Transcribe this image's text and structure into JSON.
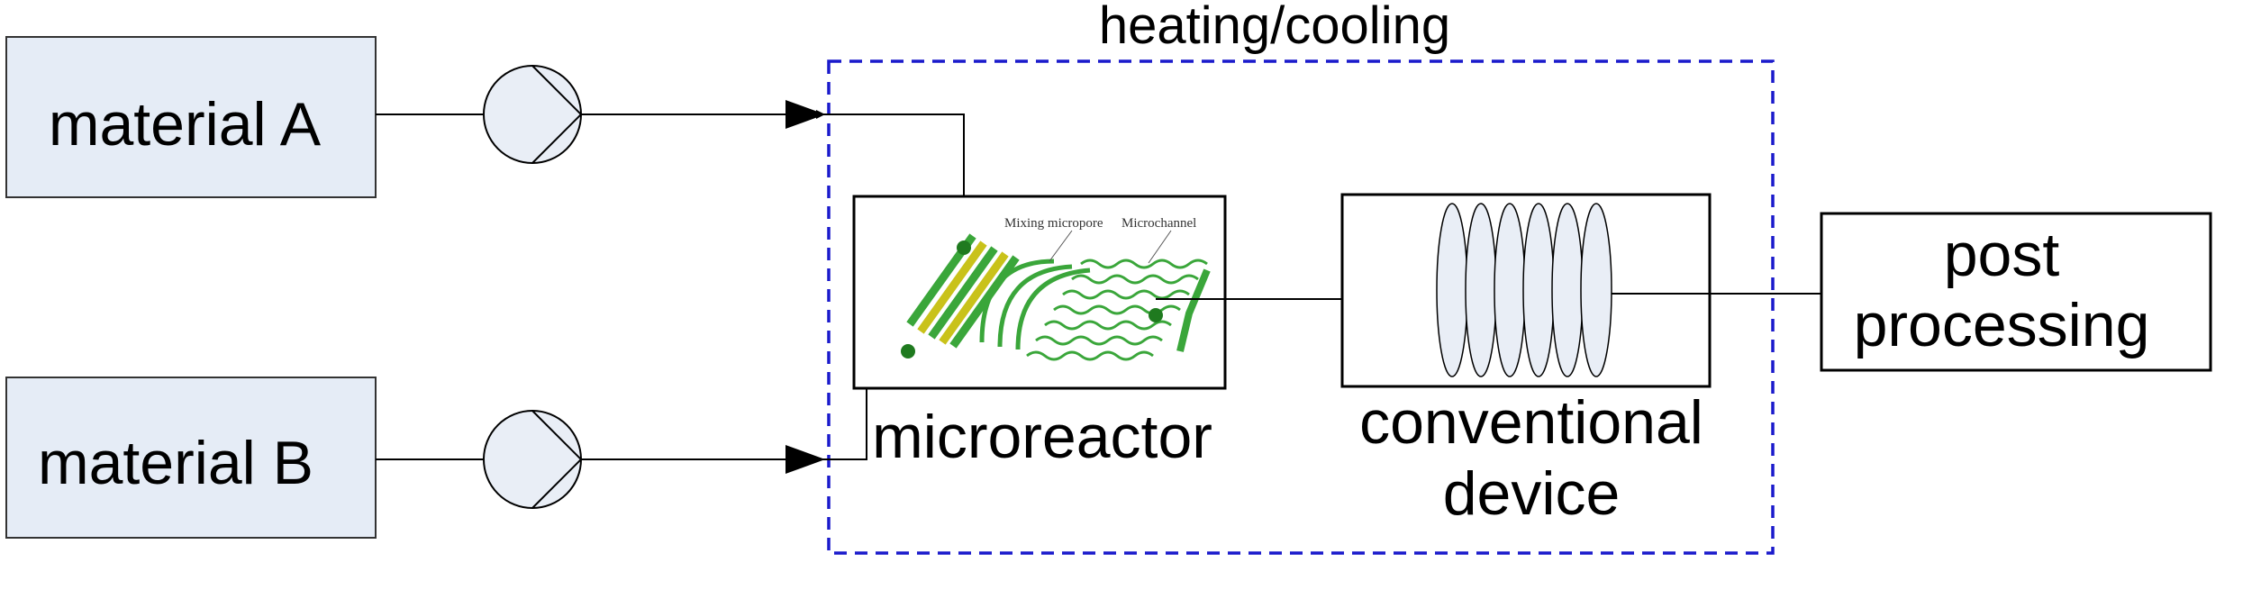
{
  "colors": {
    "source_fill": "#e5ecf6",
    "zone_border": "#1a1acc",
    "zone_text": "#1a1acc",
    "coil_fill": "#e9eef6",
    "reactor_green": "#3aa63a",
    "reactor_dark": "#1f7a1f",
    "reactor_yellow": "#c9c21a"
  },
  "zone": {
    "label": "heating/cooling"
  },
  "sources": [
    {
      "label": "material A"
    },
    {
      "label": "material B"
    }
  ],
  "pumps": [
    {
      "icon": "pump-icon"
    },
    {
      "icon": "pump-icon"
    }
  ],
  "microreactor": {
    "label": "microreactor",
    "annotation_micropore": "Mixing micropore",
    "annotation_channel": "Microchannel"
  },
  "conventional_device": {
    "label_line1": "conventional",
    "label_line2": "device"
  },
  "post_processing": {
    "label_line1": "post",
    "label_line2": "processing"
  }
}
